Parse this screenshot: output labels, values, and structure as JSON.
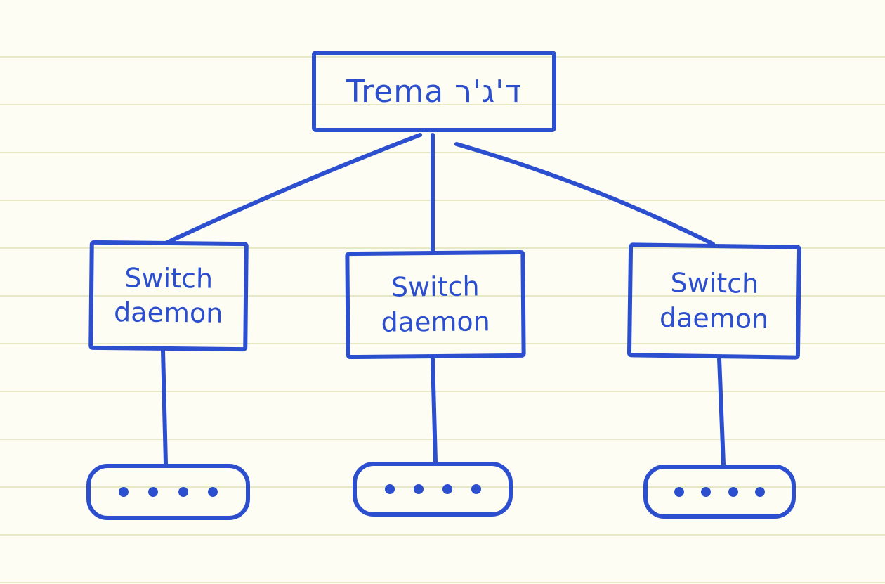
{
  "colors": {
    "ink": "#2c4fcf",
    "paper": "#fefdf3",
    "rule_line": "#e6e8c6"
  },
  "top_node": {
    "label": "Trema ד'ג'ר"
  },
  "daemons": [
    {
      "line1": "Switch",
      "line2": "daemon"
    },
    {
      "line1": "Switch",
      "line2": "daemon"
    },
    {
      "line1": "Switch",
      "line2": "daemon"
    }
  ],
  "host_groups": [
    {
      "dots": 4
    },
    {
      "dots": 4
    },
    {
      "dots": 4
    }
  ]
}
